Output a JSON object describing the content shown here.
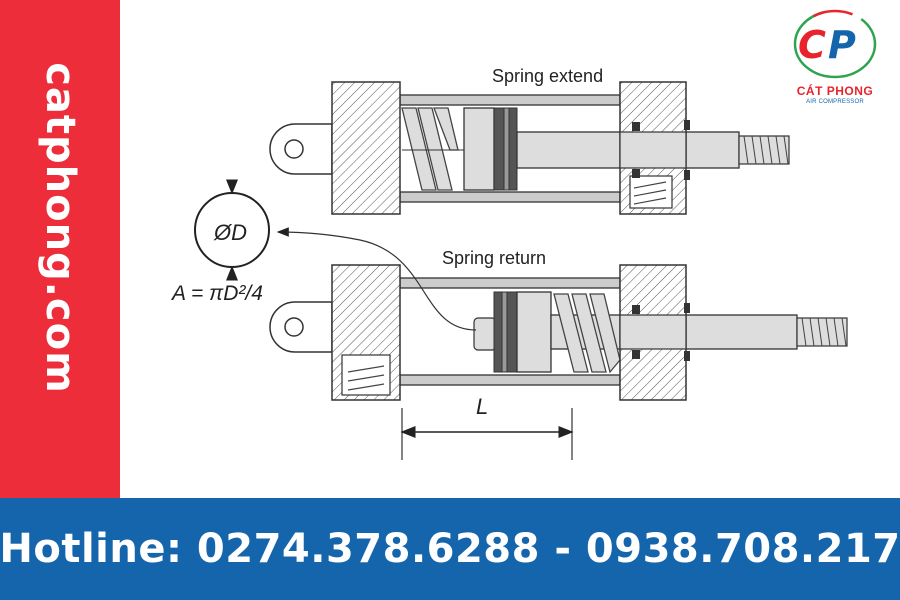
{
  "side_band": {
    "text": "catphong.com",
    "color": "#ee2d3a"
  },
  "footer": {
    "hotline": "Hotline: 0274.378.6288 - 0938.708.217",
    "color": "#1565ad"
  },
  "logo": {
    "initials": "CP",
    "name": "CÁT PHONG",
    "tagline": "AIR COMPRESSOR",
    "colors": [
      "#e8232b",
      "#1565ad",
      "#2ea44f"
    ]
  },
  "diagram": {
    "top_label": "Spring extend",
    "bottom_label": "Spring return",
    "diameter_label": "ØD",
    "area_formula": "A = πD²/4",
    "length_label": "L"
  }
}
